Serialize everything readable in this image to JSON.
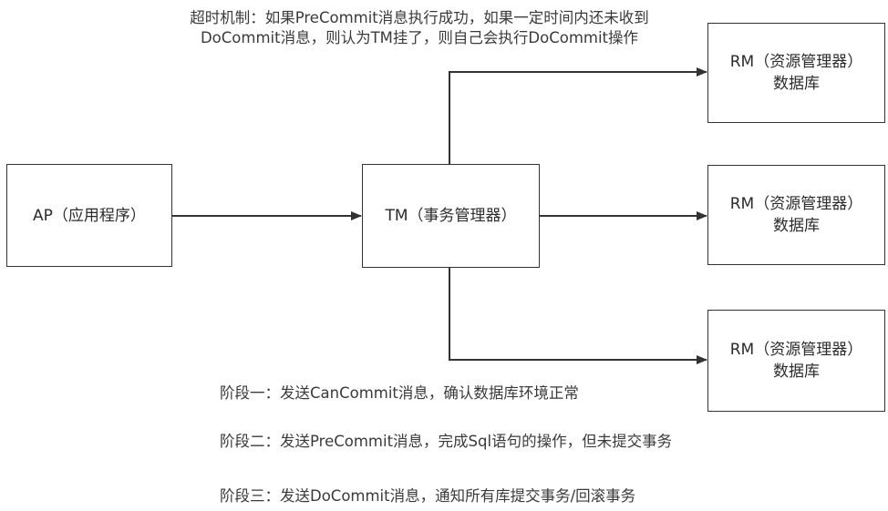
{
  "timeout_note": {
    "line1": "超时机制：如果PreCommit消息执行成功，如果一定时间内还未收到",
    "line2": "DoCommit消息，则认为TM挂了，则自己会执行DoCommit操作"
  },
  "nodes": {
    "ap": "AP（应用程序）",
    "tm": "TM（事务管理器）",
    "rm_title": "RM（资源管理器）",
    "rm_subtitle": "数据库"
  },
  "phases": [
    "阶段一：发送CanCommit消息，确认数据库环境正常",
    "阶段二：发送PreCommit消息，完成Sql语句的操作，但未提交事务",
    "阶段三：发送DoCommit消息，通知所有库提交事务/回滚事务"
  ],
  "colors": {
    "line": "#333333",
    "text": "#333333"
  }
}
